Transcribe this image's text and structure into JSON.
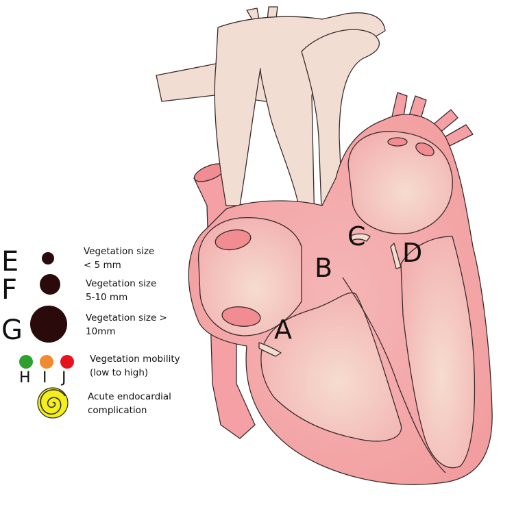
{
  "valve_labels": {
    "a": "A",
    "b": "B",
    "c": "C",
    "d": "D"
  },
  "legend": {
    "size_small": {
      "letter": "E",
      "line1": "Vegetation size",
      "line2": "< 5 mm"
    },
    "size_medium": {
      "letter": "F",
      "line1": "Vegetation size",
      "line2": "5-10 mm"
    },
    "size_large": {
      "letter": "G",
      "line1": "Vegetation size >",
      "line2": "10mm"
    },
    "mobility": {
      "letters": [
        "H",
        "I",
        "J"
      ],
      "line1": "Vegetation mobility",
      "line2": "(low to high)",
      "colors": [
        "#2ea02e",
        "#f28a2e",
        "#e8121e"
      ]
    },
    "complication": {
      "line1": "Acute endocardial",
      "line2": "complication",
      "color": "#f4ee1c"
    },
    "vegetation_color": "#2a0a0a"
  },
  "colors": {
    "heart": "#f5a3a6",
    "heart_inner": "#f8cdc8",
    "vessel": "#f1ddd2",
    "outline": "#3a2a2a"
  }
}
